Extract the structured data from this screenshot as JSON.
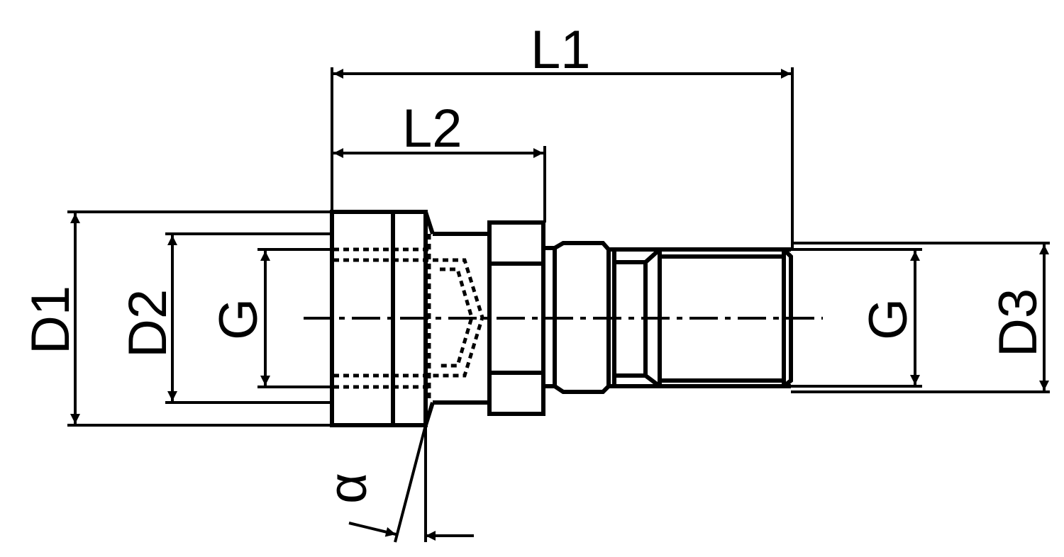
{
  "drawing": {
    "description_labels": {
      "L1": "L1",
      "L2": "L2",
      "D1": "D1",
      "D2": "D2",
      "G_left": "G",
      "G_right": "G",
      "D3": "D3",
      "alpha": "α"
    },
    "colors": {
      "line": "#000000",
      "background": "#ffffff"
    }
  }
}
